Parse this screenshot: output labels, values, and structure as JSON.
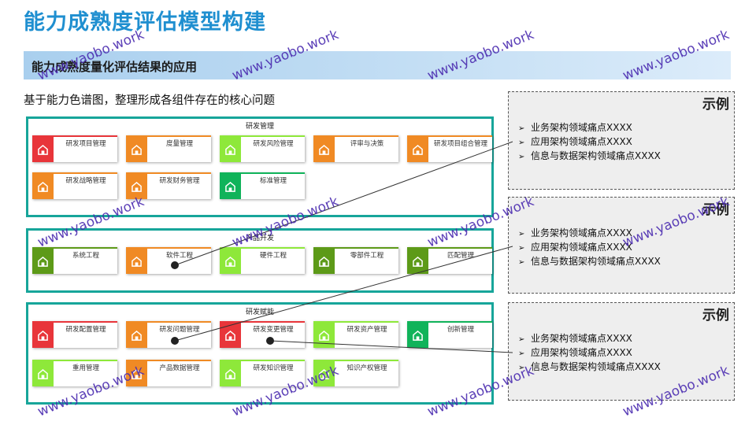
{
  "title": "能力成熟度评估模型构建",
  "section_heading": "能力成熟度量化评估结果的应用",
  "intro": "基于能力色谱图，整理形成各组件存在的核心问题",
  "colors": {
    "red": "#e8353a",
    "orange": "#f08a24",
    "lightgreen": "#8ee83a",
    "darkgreen": "#5d9a18",
    "green": "#10b35a",
    "teal": "#17a59a"
  },
  "groups": [
    {
      "title": "研发管理",
      "cards": [
        {
          "label": "研发项目管理",
          "color": "red"
        },
        {
          "label": "度量管理",
          "color": "orange"
        },
        {
          "label": "研发风险管理",
          "color": "lightgreen"
        },
        {
          "label": "评审与决策",
          "color": "orange"
        },
        {
          "label": "研发项目组合管理",
          "color": "orange"
        },
        {
          "label": "研发战略管理",
          "color": "orange"
        },
        {
          "label": "研发财务管理",
          "color": "orange"
        },
        {
          "label": "标准管理",
          "color": "green"
        }
      ]
    },
    {
      "title": "产品开发",
      "cards": [
        {
          "label": "系统工程",
          "color": "darkgreen"
        },
        {
          "label": "软件工程",
          "color": "orange"
        },
        {
          "label": "硬件工程",
          "color": "lightgreen"
        },
        {
          "label": "零部件工程",
          "color": "darkgreen"
        },
        {
          "label": "匹配管理",
          "color": "darkgreen"
        }
      ]
    },
    {
      "title": "研发赋能",
      "cards": [
        {
          "label": "研发配置管理",
          "color": "red"
        },
        {
          "label": "研发问题管理",
          "color": "orange"
        },
        {
          "label": "研发变更管理",
          "color": "red"
        },
        {
          "label": "研发资产管理",
          "color": "lightgreen"
        },
        {
          "label": "创新管理",
          "color": "green"
        },
        {
          "label": "重用管理",
          "color": "lightgreen"
        },
        {
          "label": "产品数据管理",
          "color": "orange"
        },
        {
          "label": "研发知识管理",
          "color": "lightgreen"
        },
        {
          "label": "知识产权管理",
          "color": "lightgreen"
        }
      ]
    }
  ],
  "examples": [
    {
      "label": "示例",
      "items": [
        "业务架构领域痛点XXXX",
        "应用架构领域痛点XXXX",
        "信息与数据架构领域痛点XXXX"
      ]
    },
    {
      "label": "示例",
      "items": [
        "业务架构领域痛点XXXX",
        "应用架构领域痛点XXXX",
        "信息与数据架构领域痛点XXXX"
      ]
    },
    {
      "label": "示例",
      "items": [
        "业务架构领域痛点XXXX",
        "应用架构领域痛点XXXX",
        "信息与数据架构领域痛点XXXX"
      ]
    }
  ],
  "watermark": "www.yaobo.work"
}
